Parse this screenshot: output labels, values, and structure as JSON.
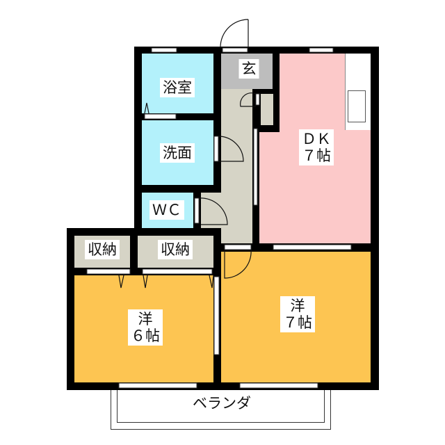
{
  "colors": {
    "wall": "#000000",
    "wet_area": "#b3f1fb",
    "entrance": "#bdbdbd",
    "hallway": "#d6d4c6",
    "dining_kitchen": "#fcc9c9",
    "western_room": "#fdc552",
    "storage": "#d6d4c6"
  },
  "rooms": {
    "bath": {
      "name": "浴室"
    },
    "washroom": {
      "name": "洗面"
    },
    "wc": {
      "name": "ＷＣ"
    },
    "entrance": {
      "name": "玄"
    },
    "dk": {
      "name": "ＤＫ",
      "size": "７帖"
    },
    "storage1": {
      "name": "収納"
    },
    "storage2": {
      "name": "収納"
    },
    "western6": {
      "name": "洋",
      "size": "６帖"
    },
    "western7": {
      "name": "洋",
      "size": "７帖"
    },
    "balcony": {
      "name": "ベランダ"
    }
  }
}
